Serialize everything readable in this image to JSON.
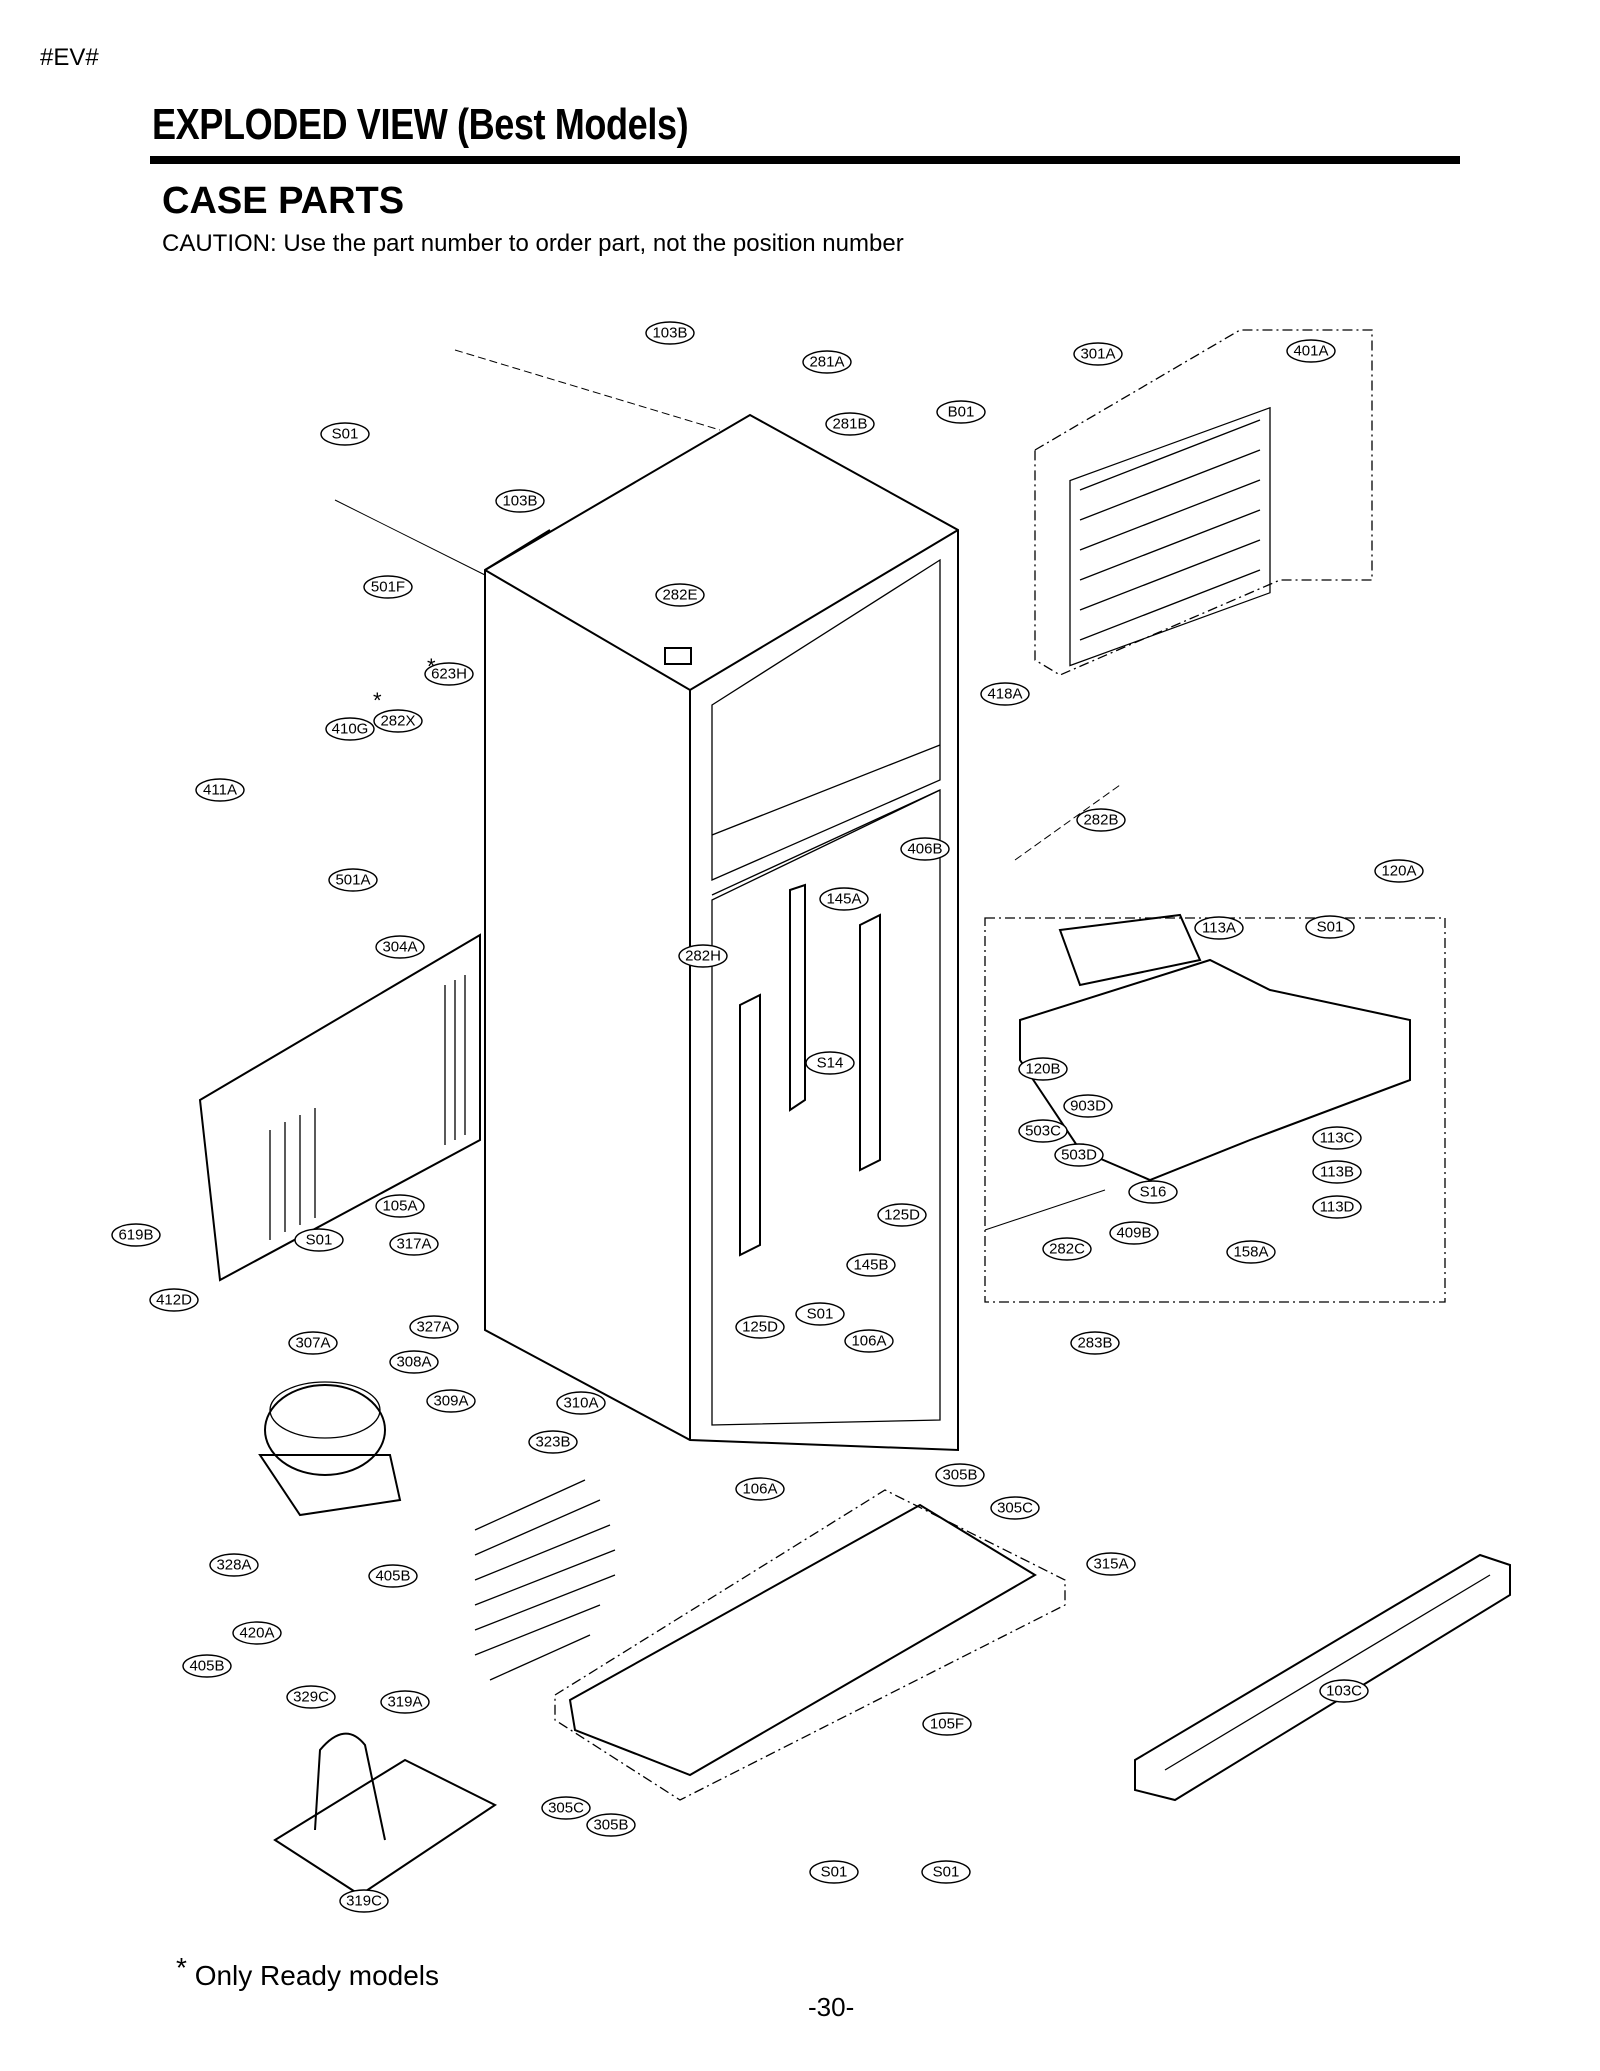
{
  "header": {
    "tag": "#EV#",
    "title": "EXPLODED VIEW  (Best Models)",
    "subtitle": "CASE PARTS",
    "caution": "CAUTION: Use the part number to order part, not the position number"
  },
  "footer": {
    "note_mark": "*",
    "note": "Only Ready models",
    "page_number": "-30-"
  },
  "callouts": [
    "103B",
    "281A",
    "301A",
    "401A",
    "B01",
    "281B",
    "S01",
    "103B",
    "501F",
    "282E",
    "623H",
    "282X",
    "410G",
    "418A",
    "411A",
    "282B",
    "406B",
    "501A",
    "120A",
    "145A",
    "304A",
    "113A",
    "S01",
    "282H",
    "S14",
    "120B",
    "903D",
    "503C",
    "113C",
    "503D",
    "113B",
    "S16",
    "113D",
    "619B",
    "105A",
    "125D",
    "409B",
    "158A",
    "S01",
    "317A",
    "282C",
    "145B",
    "412D",
    "S01",
    "125D",
    "106A",
    "283B",
    "327A",
    "307A",
    "308A",
    "309A",
    "310A",
    "323B",
    "106A",
    "305B",
    "305C",
    "315A",
    "328A",
    "405B",
    "420A",
    "405B",
    "329C",
    "319A",
    "103C",
    "105F",
    "305C",
    "305B",
    "S01",
    "S01",
    "319C"
  ],
  "asterisks": [
    "*",
    "*"
  ]
}
